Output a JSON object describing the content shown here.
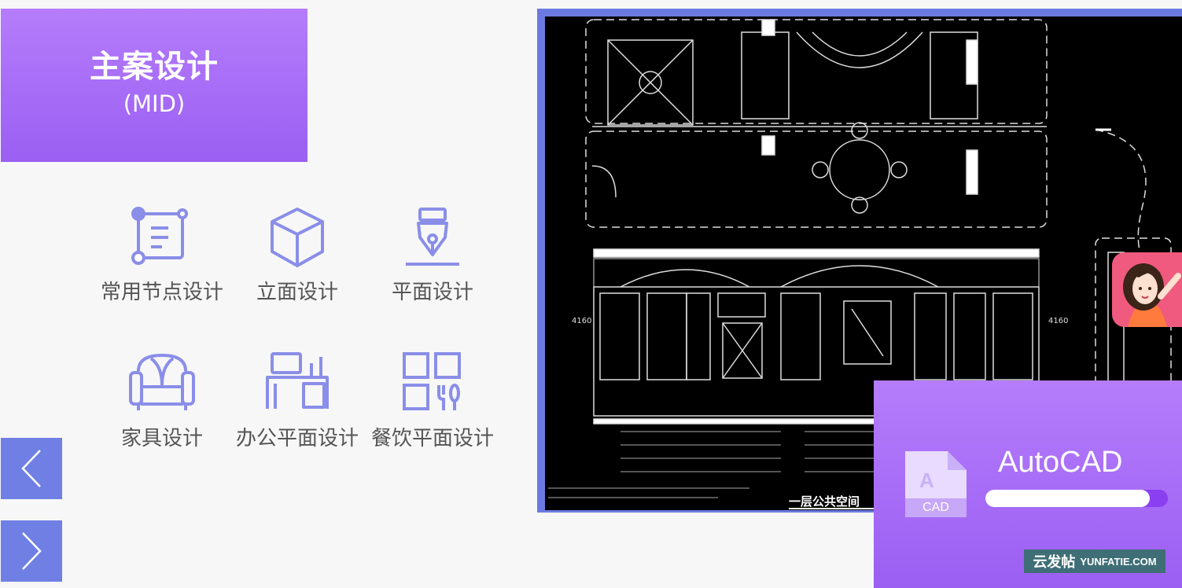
{
  "banner": {
    "title": "主案设计",
    "subtitle": "(MID)"
  },
  "services": [
    {
      "label": "常用节点设计",
      "icon": "node-design-icon"
    },
    {
      "label": "立面设计",
      "icon": "cube-icon"
    },
    {
      "label": "平面设计",
      "icon": "pen-nib-icon"
    },
    {
      "label": "家具设计",
      "icon": "sofa-icon"
    },
    {
      "label": "办公平面设计",
      "icon": "office-desk-icon"
    },
    {
      "label": "餐饮平面设计",
      "icon": "dining-grid-icon"
    }
  ],
  "carousel": {
    "prev_icon": "chevron-left-icon",
    "next_icon": "chevron-right-icon"
  },
  "cad_drawing": {
    "caption": "一层公共空间"
  },
  "autocad_card": {
    "title": "AutoCAD",
    "file_tag": "CAD",
    "progress": 0.9
  },
  "watermark": {
    "brand": "云发帖",
    "domain": "YUNFATIE.COM"
  },
  "colors": {
    "accent": "#9b5ff2",
    "icon": "#8a8ee8",
    "nav": "#6f7fe3"
  }
}
